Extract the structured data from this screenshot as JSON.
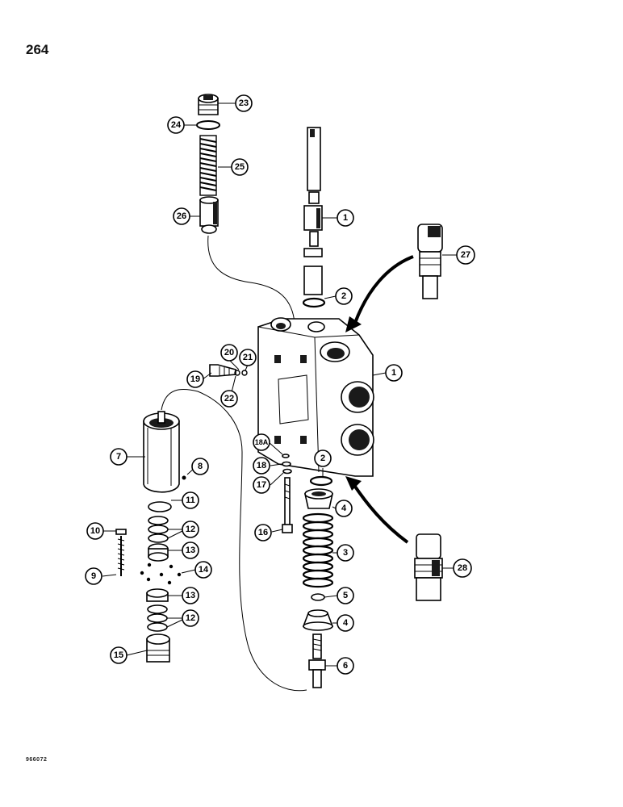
{
  "page_number": "264",
  "figure_code": "966072",
  "callouts": [
    {
      "label": "23"
    },
    {
      "label": "24"
    },
    {
      "label": "25"
    },
    {
      "label": "26"
    },
    {
      "label": "1"
    },
    {
      "label": "27"
    },
    {
      "label": "2"
    },
    {
      "label": "1"
    },
    {
      "label": "20"
    },
    {
      "label": "21"
    },
    {
      "label": "19"
    },
    {
      "label": "22"
    },
    {
      "label": "7"
    },
    {
      "label": "8"
    },
    {
      "label": "18A"
    },
    {
      "label": "18"
    },
    {
      "label": "17"
    },
    {
      "label": "2"
    },
    {
      "label": "11"
    },
    {
      "label": "4"
    },
    {
      "label": "10"
    },
    {
      "label": "12"
    },
    {
      "label": "16"
    },
    {
      "label": "3"
    },
    {
      "label": "13"
    },
    {
      "label": "28"
    },
    {
      "label": "9"
    },
    {
      "label": "14"
    },
    {
      "label": "13"
    },
    {
      "label": "5"
    },
    {
      "label": "12"
    },
    {
      "label": "4"
    },
    {
      "label": "15"
    },
    {
      "label": "6"
    }
  ]
}
